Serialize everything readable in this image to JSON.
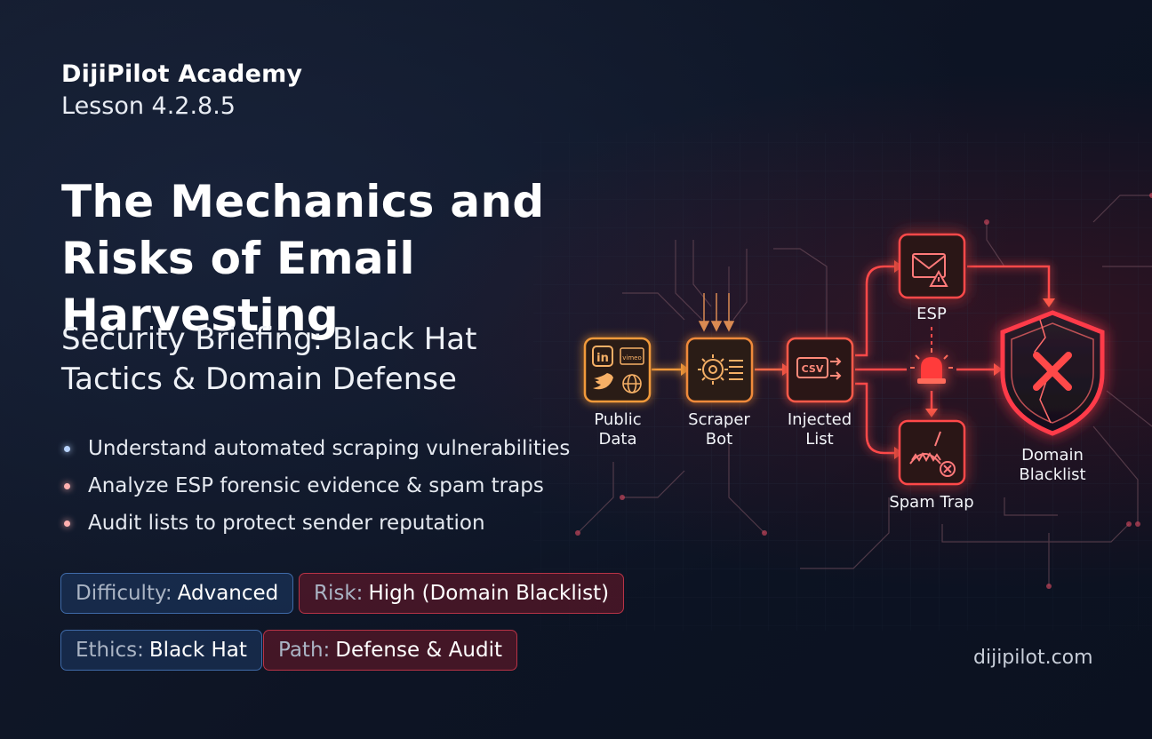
{
  "header": {
    "brand": "DijiPilot Academy",
    "lesson": "Lesson 4.2.8.5"
  },
  "title": {
    "line1": "The Mechanics and",
    "line2": "Risks of Email Harvesting"
  },
  "subtitle": {
    "line1": "Security Briefing: Black Hat",
    "line2": "Tactics & Domain Defense"
  },
  "bullets": [
    {
      "text": "Understand automated scraping vulnerabilities",
      "color": "#b9d4ff"
    },
    {
      "text": "Analyze ESP forensic evidence & spam traps",
      "color": "#ffb0b0"
    },
    {
      "text": "Audit lists to protect sender reputation",
      "color": "#ffb0b0"
    }
  ],
  "badges": {
    "difficulty": {
      "key": "Difficulty:",
      "value": "Advanced"
    },
    "risk": {
      "key": "Risk:",
      "value": "High (Domain Blacklist)"
    },
    "ethics": {
      "key": "Ethics:",
      "value": "Black Hat"
    },
    "path": {
      "key": "Path:",
      "value": "Defense & Audit"
    }
  },
  "diagram": {
    "public_data": {
      "line1": "Public",
      "line2": "Data"
    },
    "scraper_bot": {
      "line1": "Scraper",
      "line2": "Bot"
    },
    "injected_list": {
      "line1": "Injected",
      "line2": "List",
      "csv": "CSV"
    },
    "esp": {
      "label": "ESP"
    },
    "spam_trap": {
      "label": "Spam Trap"
    },
    "domain_blacklist": {
      "line1": "Domain",
      "line2": "Blacklist"
    },
    "social_icons": {
      "linkedin": "in",
      "vimeo": "vimeo"
    }
  },
  "footer": {
    "site": "dijipilot.com"
  },
  "colors": {
    "orange": "#f29a3a",
    "red": "#ff3b4a",
    "blue_border": "#3f6aa8",
    "red_border": "#b83346"
  }
}
